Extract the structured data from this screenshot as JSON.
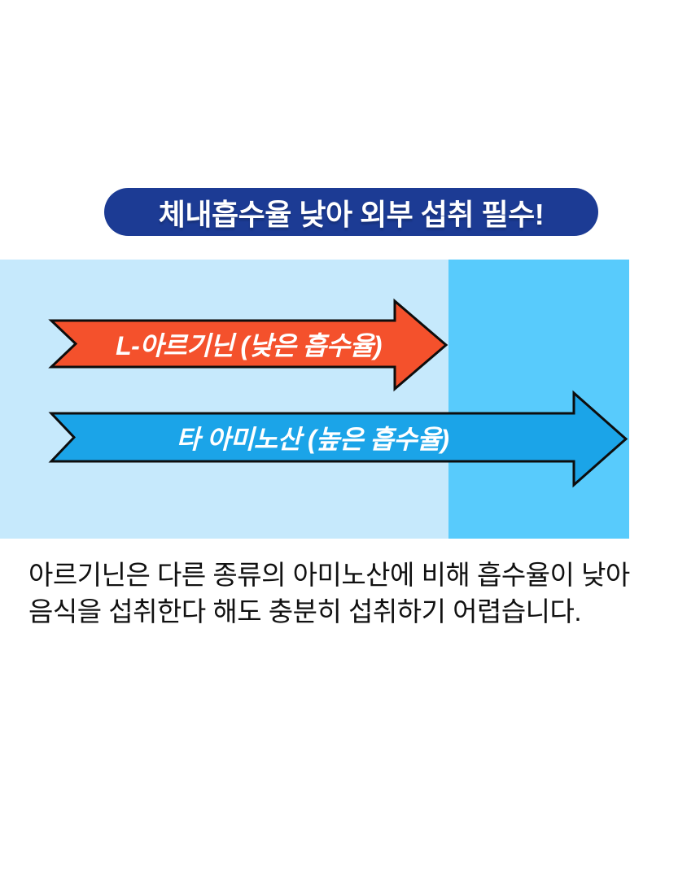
{
  "colors": {
    "page_bg": "#ffffff",
    "banner_bg": "#1c3b94",
    "banner_text": "#ffffff",
    "panel_left_bg": "#c6e9fc",
    "panel_right_bg": "#58cbfc",
    "arrow_low_fill": "#f4512c",
    "arrow_high_fill": "#1ba4e8",
    "arrow_stroke": "#0d0d0d",
    "arrow_label_text": "#ffffff",
    "body_text": "#111111"
  },
  "banner": {
    "label": "체내흡수율 낮아 외부 섭취 필수!"
  },
  "diagram": {
    "type": "arrow-length-comparison",
    "arrows": [
      {
        "id": "l-arginine",
        "label": "L-아르기닌 (낮은 흡수율)",
        "color": "#f4512c",
        "relative_length": "short"
      },
      {
        "id": "other-amino-acids",
        "label": "타 아미노산 (높은 흡수율)",
        "color": "#1ba4e8",
        "relative_length": "long"
      }
    ]
  },
  "caption": {
    "line1": "아르기닌은 다른 종류의 아미노산에 비해 흡수율이 낮아",
    "line2": "음식을 섭취한다 해도 충분히 섭취하기 어렵습니다."
  }
}
